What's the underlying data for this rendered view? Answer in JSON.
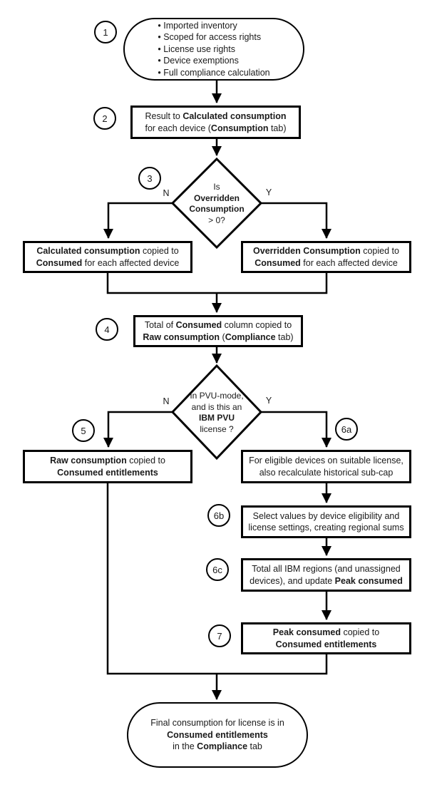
{
  "title": "License consumption calculation flowchart",
  "colors": {
    "line": "#000000",
    "text": "#1a1a1a",
    "background": "#ffffff"
  },
  "step_circles": {
    "s1": "1",
    "s2": "2",
    "s3": "3",
    "s4": "4",
    "s5": "5",
    "s6a": "6a",
    "s6b": "6b",
    "s6c": "6c",
    "s7": "7"
  },
  "branch_labels": {
    "d1_no": "N",
    "d1_yes": "Y",
    "d2_no": "N",
    "d2_yes": "Y"
  },
  "nodes": {
    "start": {
      "lines": [
        [
          {
            "t": "• Imported inventory"
          }
        ],
        [
          {
            "t": "• Scoped for access rights"
          }
        ],
        [
          {
            "t": "• License use rights"
          }
        ],
        [
          {
            "t": "• Device exemptions"
          }
        ],
        [
          {
            "t": "• Full compliance calculation"
          }
        ]
      ]
    },
    "result_box": {
      "lines": [
        [
          {
            "t": "Result to "
          },
          {
            "t": "Calculated consumption",
            "b": true
          }
        ],
        [
          {
            "t": "for each device ("
          },
          {
            "t": "Consumption",
            "b": true
          },
          {
            "t": " tab)"
          }
        ]
      ]
    },
    "decision_overridden": {
      "lines": [
        [
          {
            "t": "Is"
          }
        ],
        [
          {
            "t": "Overridden",
            "b": true
          }
        ],
        [
          {
            "t": "Consumption",
            "b": true
          }
        ],
        [
          {
            "t": "> 0?"
          }
        ]
      ]
    },
    "calculated_copied_box": {
      "lines": [
        [
          {
            "t": "Calculated consumption",
            "b": true
          },
          {
            "t": " copied to"
          }
        ],
        [
          {
            "t": "Consumed",
            "b": true
          },
          {
            "t": " for each affected device"
          }
        ]
      ]
    },
    "overridden_copied_box": {
      "lines": [
        [
          {
            "t": "Overridden Consumption",
            "b": true
          },
          {
            "t": " copied to"
          }
        ],
        [
          {
            "t": "Consumed",
            "b": true
          },
          {
            "t": " for each affected device"
          }
        ]
      ]
    },
    "raw_total_box": {
      "lines": [
        [
          {
            "t": "Total of "
          },
          {
            "t": "Consumed",
            "b": true
          },
          {
            "t": " column copied to"
          }
        ],
        [
          {
            "t": "Raw consumption",
            "b": true
          },
          {
            "t": " ("
          },
          {
            "t": "Compliance",
            "b": true
          },
          {
            "t": " tab)"
          }
        ]
      ]
    },
    "decision_pvu": {
      "lines": [
        [
          {
            "t": "In PVU-mode,"
          }
        ],
        [
          {
            "t": "and is this an"
          }
        ],
        [
          {
            "t": "IBM PVU",
            "b": true
          }
        ],
        [
          {
            "t": "license ?"
          }
        ]
      ]
    },
    "raw_copied_box": {
      "lines": [
        [
          {
            "t": "Raw consumption",
            "b": true
          },
          {
            "t": " copied to"
          }
        ],
        [
          {
            "t": "Consumed entitlements",
            "b": true
          }
        ]
      ]
    },
    "recalc_box": {
      "lines": [
        [
          {
            "t": "For eligible devices on suitable license,"
          }
        ],
        [
          {
            "t": "also recalculate historical sub-cap"
          }
        ]
      ]
    },
    "select_values_box": {
      "lines": [
        [
          {
            "t": "Select values by device eligibility and"
          }
        ],
        [
          {
            "t": "license settings, creating regional sums"
          }
        ]
      ]
    },
    "total_regions_box": {
      "lines": [
        [
          {
            "t": "Total all IBM regions (and unassigned"
          }
        ],
        [
          {
            "t": "devices), and update "
          },
          {
            "t": "Peak consumed",
            "b": true
          }
        ]
      ]
    },
    "peak_copied_box": {
      "lines": [
        [
          {
            "t": "Peak consumed",
            "b": true
          },
          {
            "t": " copied to"
          }
        ],
        [
          {
            "t": "Consumed entitlements",
            "b": true
          }
        ]
      ]
    },
    "end": {
      "lines": [
        [
          {
            "t": "Final consumption for license is in"
          }
        ],
        [
          {
            "t": "Consumed entitlements",
            "b": true
          }
        ],
        [
          {
            "t": "in the "
          },
          {
            "t": "Compliance",
            "b": true
          },
          {
            "t": " tab"
          }
        ]
      ]
    }
  }
}
